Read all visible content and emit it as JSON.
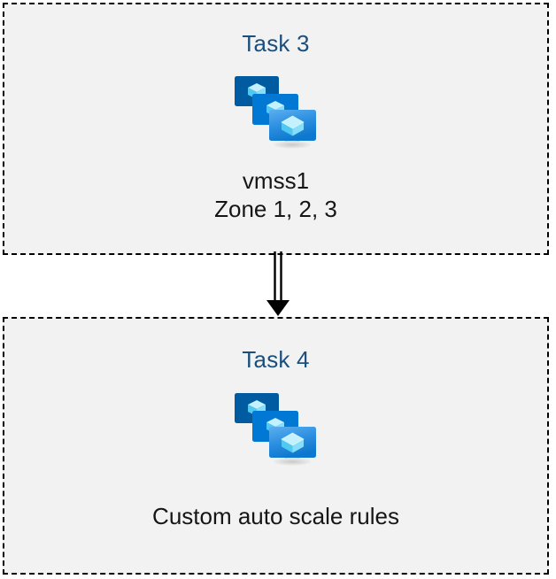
{
  "diagram": {
    "type": "flow",
    "background_color": "#FFFFFF",
    "box_fill_color": "#F2F2F2",
    "box_border_color": "#000000",
    "title_color": "#1B4F7E",
    "caption_color": "#161616",
    "connector_color": "#000000"
  },
  "boxes": [
    {
      "id": "task-3",
      "title": "Task 3",
      "icon": "virtual-machine-scale-set-icon",
      "caption_line_1": "vmss1",
      "caption_line_2": "Zone 1, 2, 3"
    },
    {
      "id": "task-4",
      "title": "Task 4",
      "icon": "virtual-machine-scale-set-icon",
      "caption_line_1": "Custom auto scale rules",
      "caption_line_2": ""
    }
  ],
  "connector": {
    "name": "double-line-arrow-down",
    "from": "Task 3",
    "to": "Task 4",
    "direction": "down"
  },
  "icon_colors": {
    "monitor_back": "#005BA1",
    "monitor_middle": "#0078D4",
    "monitor_front_top": "#50A9EE",
    "monitor_front_bottom": "#0F7BD4",
    "cube_light": "#C3F1FD",
    "cube_mid": "#86DEFA",
    "cube_dark": "#32BEF0",
    "stand_top": "#8F8F8F",
    "stand_bottom": "#DEDEDE"
  }
}
